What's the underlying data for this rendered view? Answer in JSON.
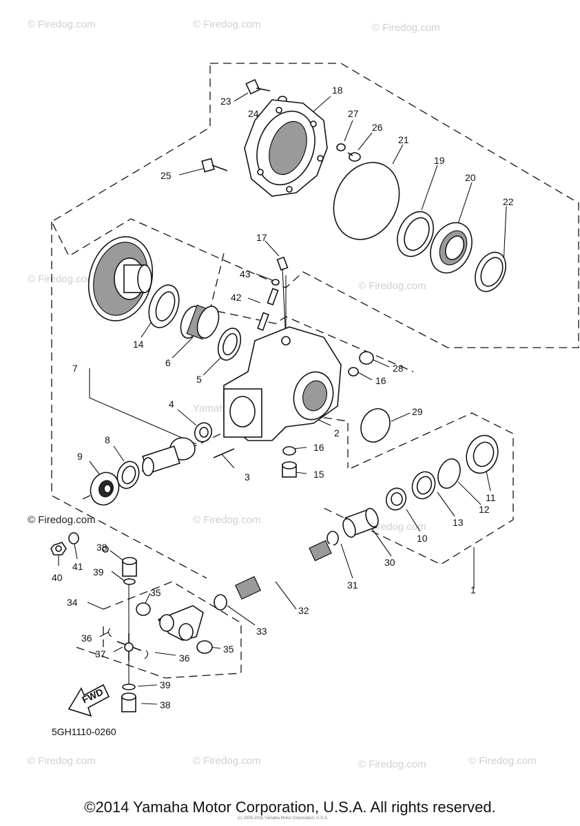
{
  "diagram": {
    "code": "5GH1110-0260",
    "fwd_label": "FWD",
    "center_watermark": "Yamaha Motor Corp., U.S.A.",
    "watermark": "© Firedog.com",
    "callouts": {
      "c1": "1",
      "c2": "2",
      "c3": "3",
      "c4": "4",
      "c5": "5",
      "c6": "6",
      "c7": "7",
      "c8": "8",
      "c9": "9",
      "c10": "10",
      "c11": "11",
      "c12": "12",
      "c13": "13",
      "c14": "14",
      "c15": "15",
      "c16a": "16",
      "c16b": "16",
      "c17": "17",
      "c18": "18",
      "c19": "19",
      "c20": "20",
      "c21": "21",
      "c22": "22",
      "c23": "23",
      "c24": "24",
      "c25": "25",
      "c26": "26",
      "c27": "27",
      "c28": "28",
      "c29": "29",
      "c30": "30",
      "c31": "31",
      "c32": "32",
      "c33": "33",
      "c34": "34",
      "c35a": "35",
      "c35b": "35",
      "c36a": "36",
      "c36b": "36",
      "c37": "37",
      "c38": "38",
      "c39a": "39",
      "c39b": "39",
      "c40": "40",
      "c41": "41",
      "c42": "42",
      "c43": "43"
    }
  },
  "footer": {
    "copyright": "©2014 Yamaha Motor Corporation, U.S.A. All rights reserved.",
    "small_print": "(c) 2005-2015 Yamaha Motor Corporation, U.S.A."
  }
}
